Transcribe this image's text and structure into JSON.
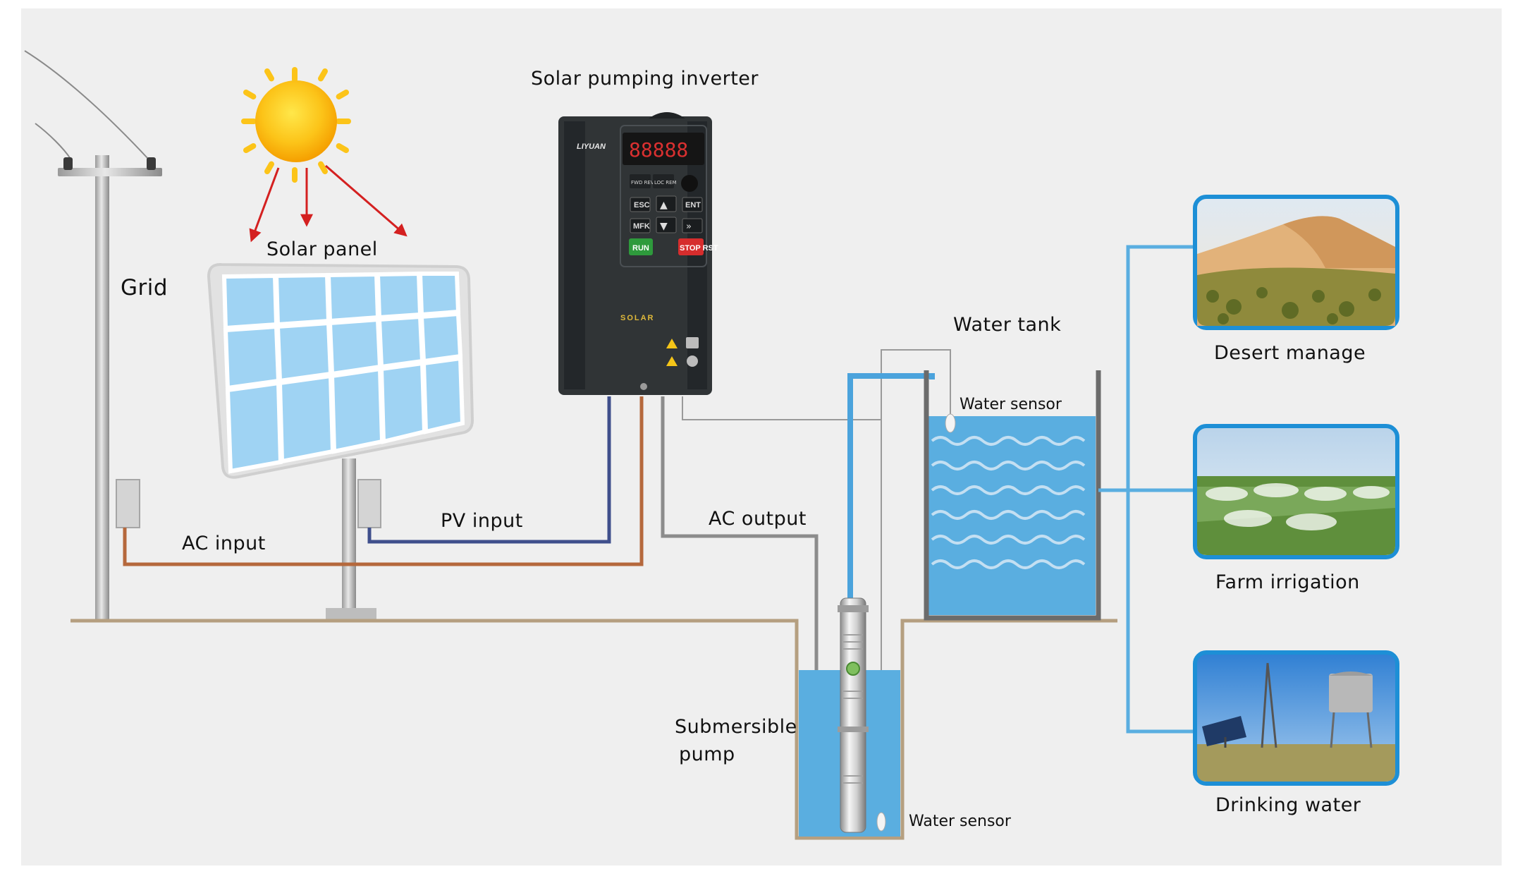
{
  "labels": {
    "grid": "Grid",
    "solar_panel": "Solar panel",
    "inverter": "Solar pumping inverter",
    "pv_input": "PV input",
    "ac_input": "AC input",
    "ac_output": "AC output",
    "water_tank": "Water tank",
    "water_sensor_tank": "Water sensor",
    "water_sensor_well": "Water sensor",
    "submersible_pump_line1": "Submersible",
    "submersible_pump_line2": "pump",
    "desert_manage": "Desert manage",
    "farm_irrigation": "Farm irrigation",
    "drinking_water": "Drinking water"
  },
  "inverter_panel": {
    "brand": "LIYUAN",
    "logo": "SOLAR",
    "display": "88888",
    "keys": {
      "fwd_rev": "FWD REV",
      "loc_rem": "LOC REM",
      "esc": "ESC",
      "ent": "ENT",
      "mfk": "MFK",
      "run": "RUN",
      "stop": "STOP RST"
    }
  },
  "colors": {
    "background": "#efefef",
    "pv_cable": "#3f4f8c",
    "ac_cable": "#b5683c",
    "ac_output_cable": "#8c8c8c",
    "water": "#5aaee0",
    "pipe": "#4ba3dc",
    "ground": "#b59f80",
    "arrow": "#d42020",
    "frame_border": "#1d8fd6"
  },
  "icons": [
    "sun-icon",
    "utility-pole-icon",
    "solar-panel-icon",
    "inverter-icon",
    "submersible-pump-icon",
    "water-tank-icon",
    "warning-icon"
  ]
}
